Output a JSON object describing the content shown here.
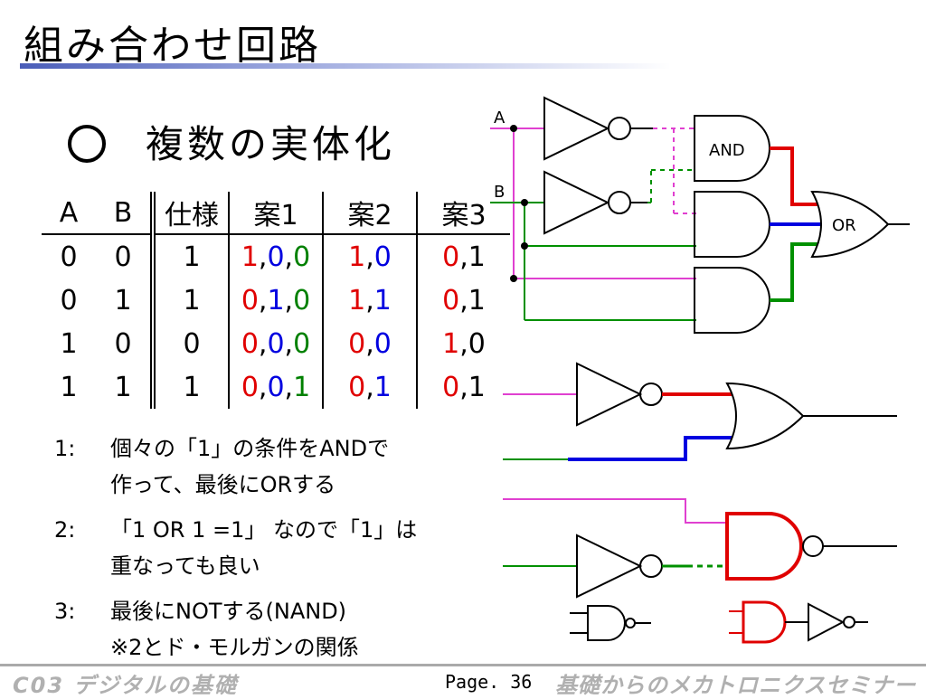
{
  "title": "組み合わせ回路",
  "subtitle": "複数の実体化",
  "table": {
    "headers": [
      "A",
      "B",
      "仕様",
      "案1",
      "案2",
      "案3"
    ],
    "rows": [
      {
        "a": "0",
        "b": "0",
        "spec": "1",
        "p1": [
          {
            "t": "1",
            "c": "#e00000"
          },
          {
            "t": ",",
            "c": "#000000"
          },
          {
            "t": "0",
            "c": "#0000e0"
          },
          {
            "t": ",",
            "c": "#000000"
          },
          {
            "t": "0",
            "c": "#008000"
          }
        ],
        "p2": [
          {
            "t": "1",
            "c": "#e00000"
          },
          {
            "t": ",",
            "c": "#000000"
          },
          {
            "t": "0",
            "c": "#0000e0"
          }
        ],
        "p3": [
          {
            "t": "0",
            "c": "#e00000"
          },
          {
            "t": ",1",
            "c": "#000000"
          }
        ]
      },
      {
        "a": "0",
        "b": "1",
        "spec": "1",
        "p1": [
          {
            "t": "0",
            "c": "#e00000"
          },
          {
            "t": ",",
            "c": "#000000"
          },
          {
            "t": "1",
            "c": "#0000e0"
          },
          {
            "t": ",",
            "c": "#000000"
          },
          {
            "t": "0",
            "c": "#008000"
          }
        ],
        "p2": [
          {
            "t": "1",
            "c": "#e00000"
          },
          {
            "t": ",",
            "c": "#000000"
          },
          {
            "t": "1",
            "c": "#0000e0"
          }
        ],
        "p3": [
          {
            "t": "0",
            "c": "#e00000"
          },
          {
            "t": ",1",
            "c": "#000000"
          }
        ]
      },
      {
        "a": "1",
        "b": "0",
        "spec": "0",
        "p1": [
          {
            "t": "0",
            "c": "#e00000"
          },
          {
            "t": ",",
            "c": "#000000"
          },
          {
            "t": "0",
            "c": "#0000e0"
          },
          {
            "t": ",",
            "c": "#000000"
          },
          {
            "t": "0",
            "c": "#008000"
          }
        ],
        "p2": [
          {
            "t": "0",
            "c": "#e00000"
          },
          {
            "t": ",",
            "c": "#000000"
          },
          {
            "t": "0",
            "c": "#0000e0"
          }
        ],
        "p3": [
          {
            "t": "1",
            "c": "#e00000"
          },
          {
            "t": ",0",
            "c": "#000000"
          }
        ]
      },
      {
        "a": "1",
        "b": "1",
        "spec": "1",
        "p1": [
          {
            "t": "0",
            "c": "#e00000"
          },
          {
            "t": ",",
            "c": "#000000"
          },
          {
            "t": "0",
            "c": "#0000e0"
          },
          {
            "t": ",",
            "c": "#000000"
          },
          {
            "t": "1",
            "c": "#008000"
          }
        ],
        "p2": [
          {
            "t": "0",
            "c": "#e00000"
          },
          {
            "t": ",",
            "c": "#000000"
          },
          {
            "t": "1",
            "c": "#0000e0"
          }
        ],
        "p3": [
          {
            "t": "0",
            "c": "#e00000"
          },
          {
            "t": ",1",
            "c": "#000000"
          }
        ]
      }
    ]
  },
  "notes": [
    {
      "num": "1:",
      "lines": [
        "個々の「1」の条件をANDで",
        "作って、最後にORする"
      ]
    },
    {
      "num": "2:",
      "lines": [
        "「1 OR 1 =1」 なので「1」は",
        "重なっても良い"
      ]
    },
    {
      "num": "3:",
      "lines": [
        "最後にNOTする(NAND)",
        "※2とド・モルガンの関係"
      ]
    }
  ],
  "circuit": {
    "label_a": "A",
    "label_b": "B",
    "and_label": "AND",
    "or_label": "OR"
  },
  "colors": {
    "red": "#e00000",
    "blue": "#0000e0",
    "green": "#009000",
    "magenta": "#e040d0",
    "title_bar": "#4a5db8",
    "footer_text": "#b0b0b0"
  },
  "footer": {
    "left": "C03 デジタルの基礎",
    "page": "Page. 36",
    "right": "基礎からのメカトロニクスセミナー"
  }
}
